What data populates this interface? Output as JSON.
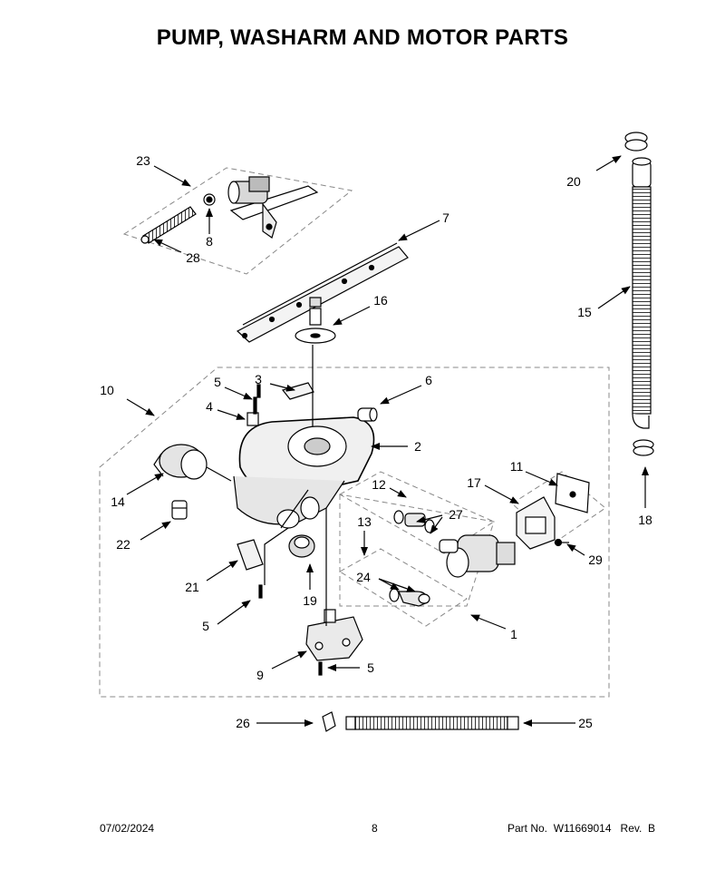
{
  "title": "PUMP, WASHARM AND MOTOR PARTS",
  "footer": {
    "date": "07/02/2024",
    "page": "8",
    "part_label": "Part No.",
    "part_number": "W11669014",
    "rev_label": "Rev.",
    "rev": "B"
  },
  "callouts": {
    "c1": "1",
    "c2": "2",
    "c3": "3",
    "c4": "4",
    "c5a": "5",
    "c5b": "5",
    "c5c": "5",
    "c6": "6",
    "c7": "7",
    "c8": "8",
    "c9": "9",
    "c10": "10",
    "c11": "11",
    "c12": "12",
    "c13": "13",
    "c14": "14",
    "c15": "15",
    "c16": "16",
    "c17": "17",
    "c18": "18",
    "c19": "19",
    "c20": "20",
    "c21": "21",
    "c22": "22",
    "c23": "23",
    "c24": "24",
    "c25": "25",
    "c26": "26",
    "c27": "27",
    "c28": "28",
    "c29": "29"
  }
}
